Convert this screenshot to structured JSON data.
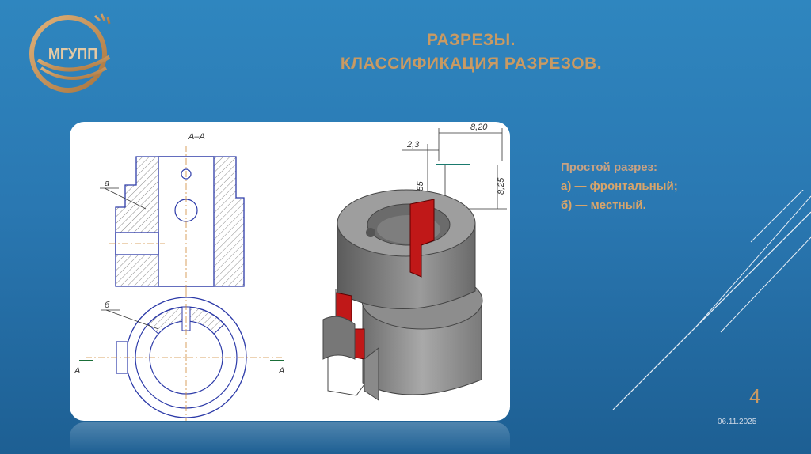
{
  "logo": {
    "text": "МГУПП"
  },
  "title": {
    "line1": "РАЗРЕЗЫ.",
    "line2": "КЛАССИФИКАЦИЯ РАЗРЕЗОВ."
  },
  "drawing": {
    "section_label": "А–А",
    "label_a": "а",
    "label_b": "б",
    "cut_mark_left": "А",
    "cut_mark_right": "А",
    "dims": [
      "8,20",
      "2,3",
      "S,155",
      "8,25"
    ]
  },
  "caption": {
    "heading": "Простой разрез:",
    "item_a": "а) — фронтальный;",
    "item_b": "б) — местный."
  },
  "footer": {
    "page_number": "4",
    "date": "06.11.2025"
  },
  "colors": {
    "background": "#2f86bf",
    "title": "#c99a63",
    "caption": "#d9a56a",
    "section_fill": "#c01818",
    "outline": "#2c3aa8"
  }
}
